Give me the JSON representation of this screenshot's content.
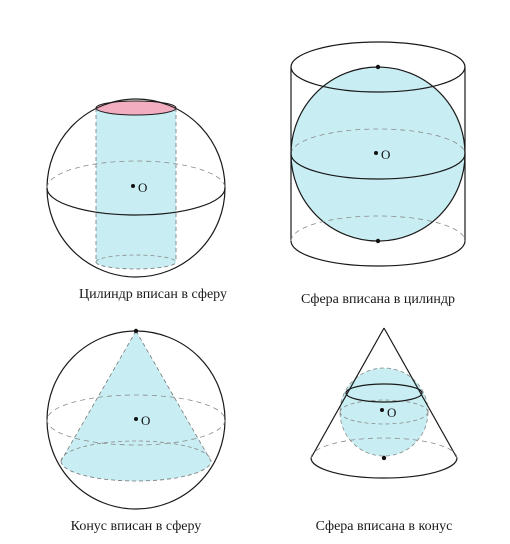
{
  "figures": {
    "cylinder_in_sphere": {
      "caption": "Цилиндр вписан в сферу",
      "center_label": "O"
    },
    "sphere_in_cylinder": {
      "caption": "Сфера вписана в цилиндр",
      "center_label": "O"
    },
    "cone_in_sphere": {
      "caption": "Конус вписан в сферу",
      "center_label": "O"
    },
    "sphere_in_cone": {
      "caption": "Сфера вписана в конус",
      "center_label": "O"
    }
  },
  "colors": {
    "fill": "#c8eef3",
    "cap_fill": "#f2aec0",
    "stroke": "#1a1a1a",
    "dash": "#8a8a8a"
  }
}
